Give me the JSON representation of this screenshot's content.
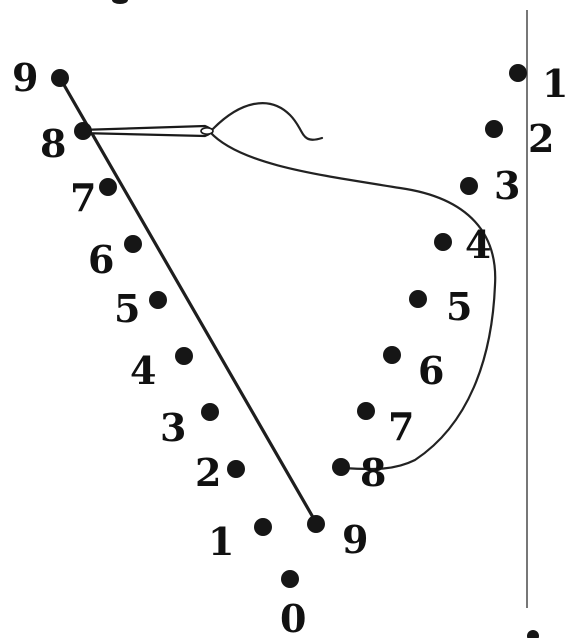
{
  "diagram": {
    "left_labels": [
      "9",
      "8",
      "7",
      "6",
      "5",
      "4",
      "3",
      "2",
      "1"
    ],
    "right_labels": [
      "1",
      "2",
      "3",
      "4",
      "5",
      "6",
      "7",
      "8",
      "9"
    ],
    "bottom_label": "0",
    "colors": {
      "dot": "#161616",
      "thread": "#222222",
      "background": "#ffffff"
    },
    "icons": [
      "needle-icon",
      "thread-icon"
    ]
  }
}
